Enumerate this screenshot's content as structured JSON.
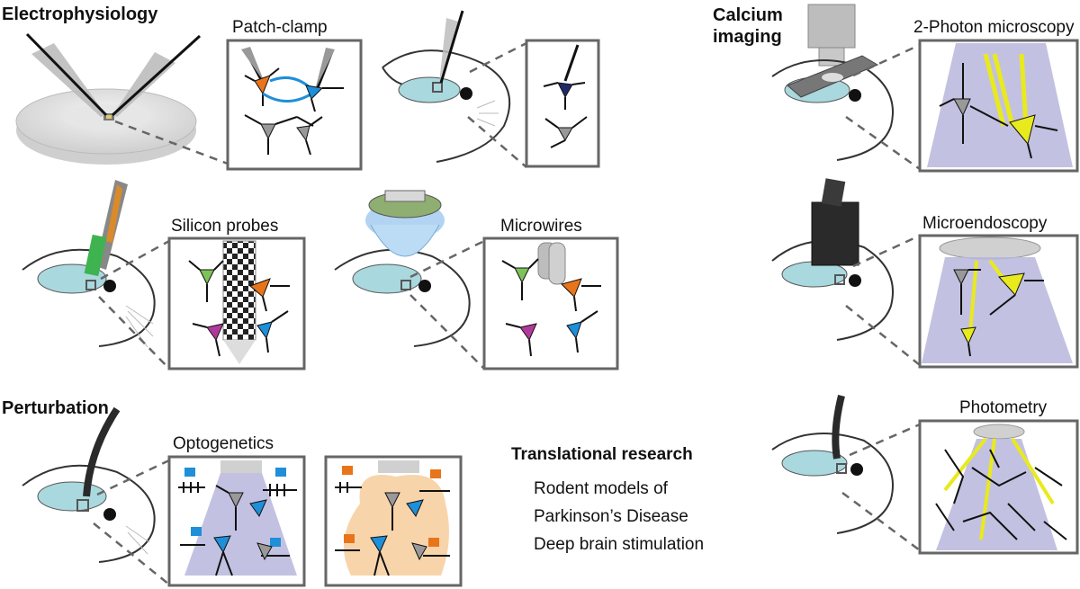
{
  "sections": {
    "electrophysiology": "Electrophysiology",
    "calcium_line1": "Calcium",
    "calcium_line2": "imaging",
    "perturbation": "Perturbation"
  },
  "panels": {
    "patch_clamp": "Patch-clamp",
    "silicon_probes": "Silicon probes",
    "microwires": "Microwires",
    "two_photon": "2-Photon microscopy",
    "microendoscopy": "Microendoscopy",
    "photometry": "Photometry",
    "optogenetics": "Optogenetics"
  },
  "translational": {
    "title": "Translational research",
    "items": [
      "Rodent models of",
      "Parkinson’s Disease",
      "Deep brain stimulation"
    ]
  },
  "colors": {
    "neuron_orange": "#e8751a",
    "neuron_blue": "#1e8fd8",
    "neuron_navy": "#1f2a6b",
    "neuron_green": "#7dc35a",
    "neuron_magenta": "#b03a9c",
    "neuron_gray": "#9a9a9a",
    "light_purple": "#b9b6dc",
    "light_peach": "#f7cfa2",
    "yellow_beam": "#e8ea1e",
    "brain": "#a9d8de",
    "probe_green": "#3fb34f",
    "probe_orange": "#d98a2b"
  }
}
